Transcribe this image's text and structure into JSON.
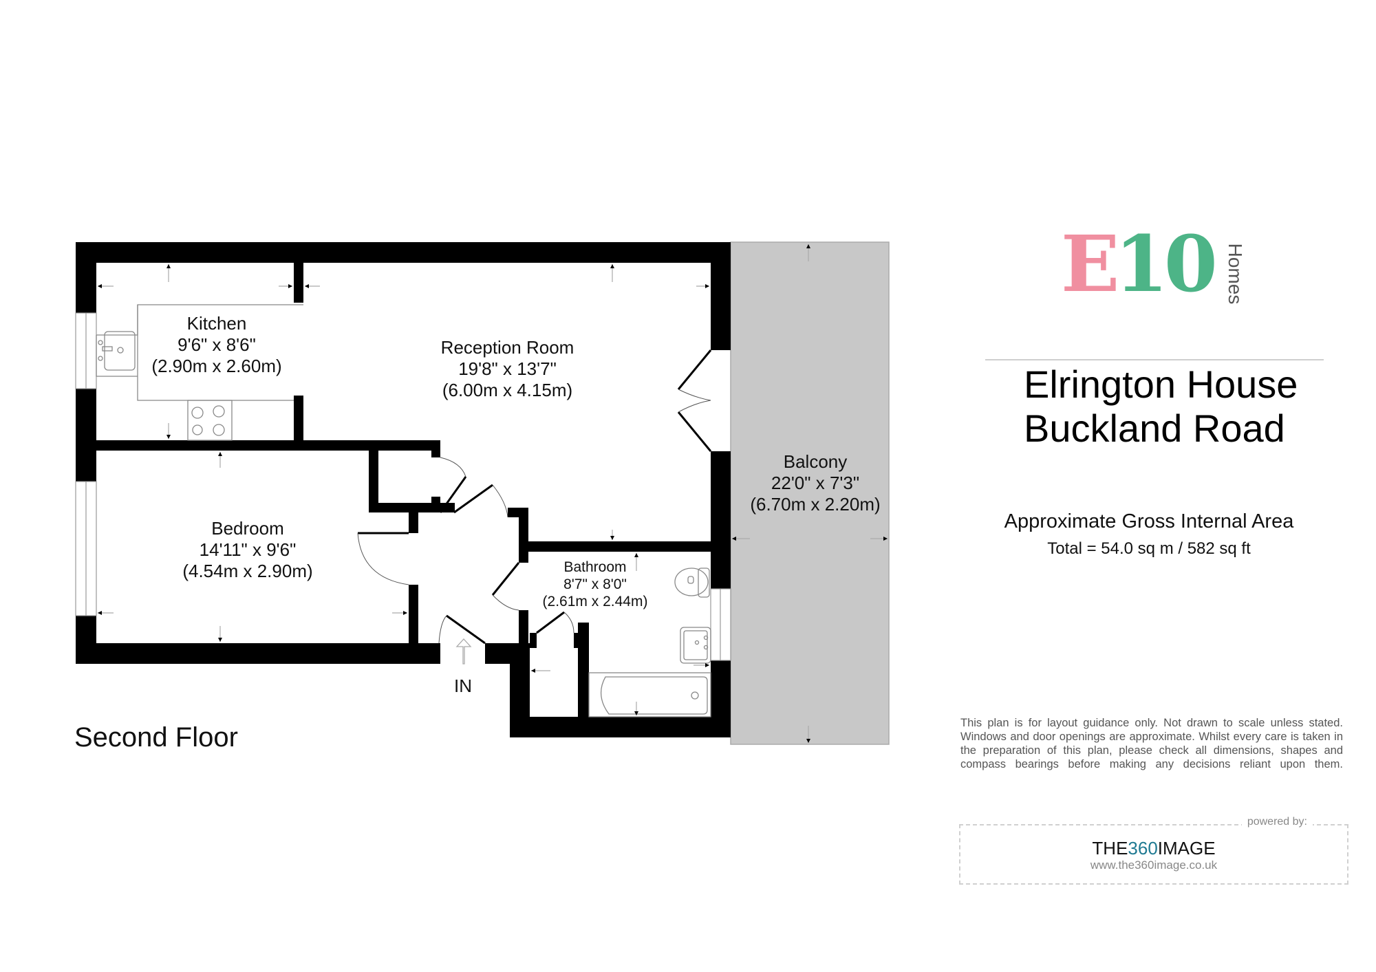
{
  "floor": {
    "name": "Second Floor",
    "entrance_label": "IN"
  },
  "rooms": [
    {
      "id": "kitchen",
      "name": "Kitchen",
      "imperial": "9'6\" x 8'6\"",
      "metric": "(2.90m x 2.60m)"
    },
    {
      "id": "reception",
      "name": "Reception Room",
      "imperial": "19'8\" x 13'7\"",
      "metric": "(6.00m x 4.15m)"
    },
    {
      "id": "bedroom",
      "name": "Bedroom",
      "imperial": "14'11\" x 9'6\"",
      "metric": "(4.54m x 2.90m)"
    },
    {
      "id": "bathroom",
      "name": "Bathroom",
      "imperial": "8'7\" x 8'0\"",
      "metric": "(2.61m x 2.44m)"
    },
    {
      "id": "balcony",
      "name": "Balcony",
      "imperial": "22'0\" x 7'3\"",
      "metric": "(6.70m x 2.20m)"
    }
  ],
  "branding": {
    "logo_e": "E",
    "logo_ten": "10",
    "logo_homes": "Homes",
    "logo_e_color": "#f08fa0",
    "logo_ten_color": "#4db487"
  },
  "property": {
    "line1": "Elrington House",
    "line2": "Buckland Road"
  },
  "area": {
    "heading": "Approximate Gross Internal Area",
    "total": "Total = 54.0 sq m / 582 sq ft"
  },
  "disclaimer": "This plan is for layout guidance only. Not drawn to scale unless stated. Windows and door openings are approximate. Whilst every care is taken in the preparation of this plan, please check all dimensions, shapes and compass bearings before making any decisions reliant upon them.",
  "powered": {
    "label": "powered by:",
    "brand_prefix": "THE",
    "brand_accent": "360",
    "brand_suffix": "IMAGE",
    "url": "www.the360image.co.uk"
  },
  "colors": {
    "wall": "#000000",
    "balcony_fill": "#c8c8c8",
    "fixture_line": "#888888"
  }
}
